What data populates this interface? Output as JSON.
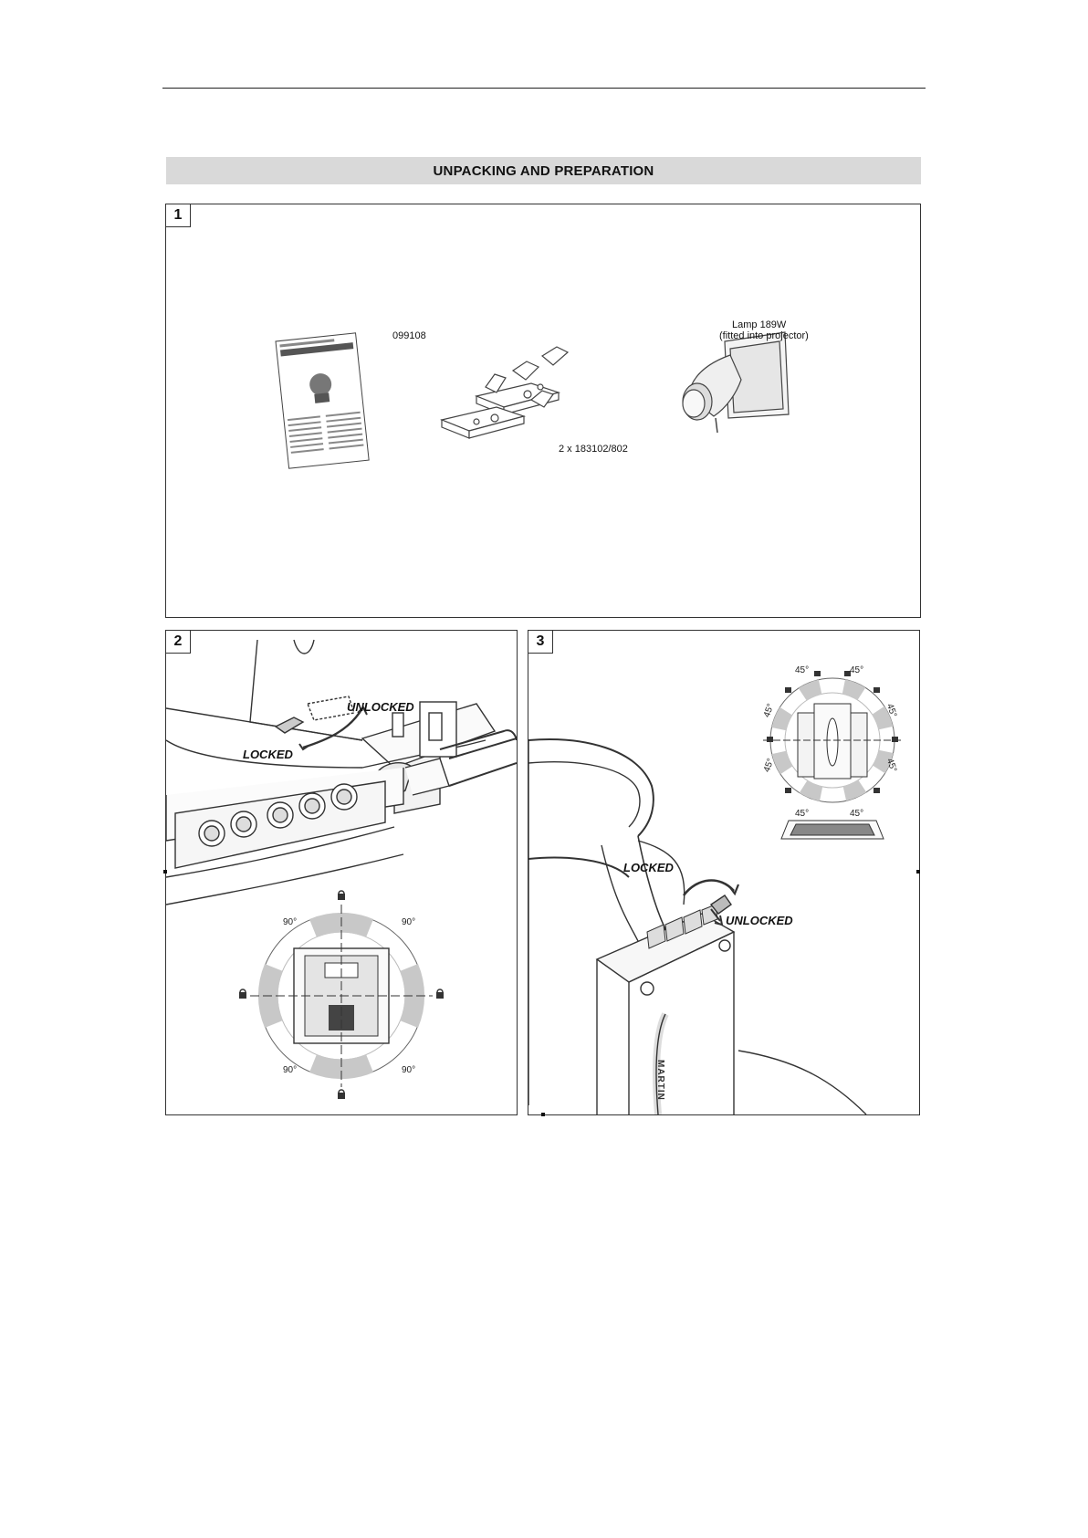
{
  "header": {
    "section_title": "UNPACKING AND PREPARATION"
  },
  "panel1": {
    "number": "1",
    "manual_code": "099108",
    "brackets_label": "2 x 183102/802",
    "lamp_label_line1": "Lamp 189W",
    "lamp_label_line2": "(fitted into projector)"
  },
  "panel2": {
    "number": "2",
    "unlocked_label": "UNLOCKED",
    "locked_label": "LOCKED",
    "angles": [
      "90°",
      "90°",
      "90°",
      "90°"
    ]
  },
  "panel3": {
    "number": "3",
    "locked_label": "LOCKED",
    "unlocked_label": "UNLOCKED",
    "angles": [
      "45°",
      "45°",
      "45°",
      "45°",
      "45°",
      "45°",
      "45°",
      "45°"
    ],
    "brand_text": "MARTIN"
  }
}
